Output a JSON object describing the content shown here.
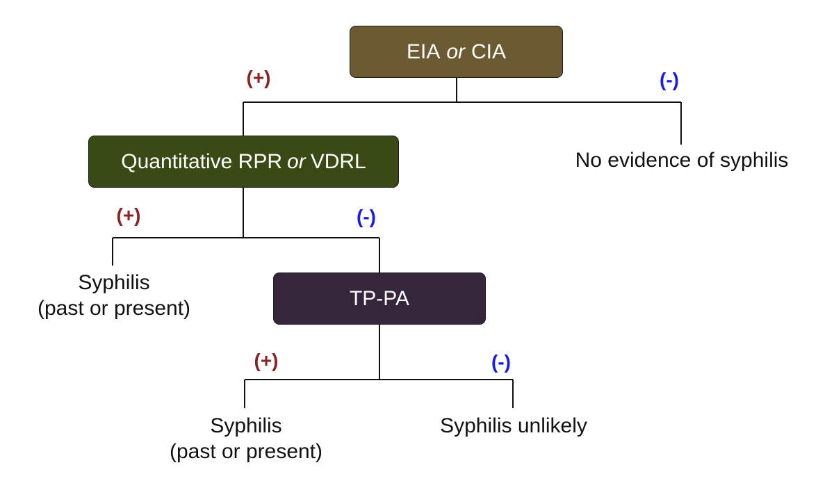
{
  "nodes": {
    "screen": {
      "left": "EIA",
      "connector": "or",
      "right": "CIA",
      "color": "#6c5a32"
    },
    "rpr": {
      "left": "Quantitative RPR",
      "connector": "or",
      "right": "VDRL",
      "color": "#3a4a14"
    },
    "tppa": {
      "label": "TP-PA",
      "color": "#35263c"
    }
  },
  "signs": {
    "positive": "(+)",
    "negative": "(-)",
    "positive_color": "#8b2323",
    "negative_color": "#1a1aee"
  },
  "outcomes": {
    "no_evidence": "No evidence of syphilis",
    "syphilis_rpr_line1": "Syphilis",
    "syphilis_rpr_line2": "(past or present)",
    "syphilis_tppa_line1": "Syphilis",
    "syphilis_tppa_line2": "(past or present)",
    "unlikely": "Syphilis unlikely"
  }
}
